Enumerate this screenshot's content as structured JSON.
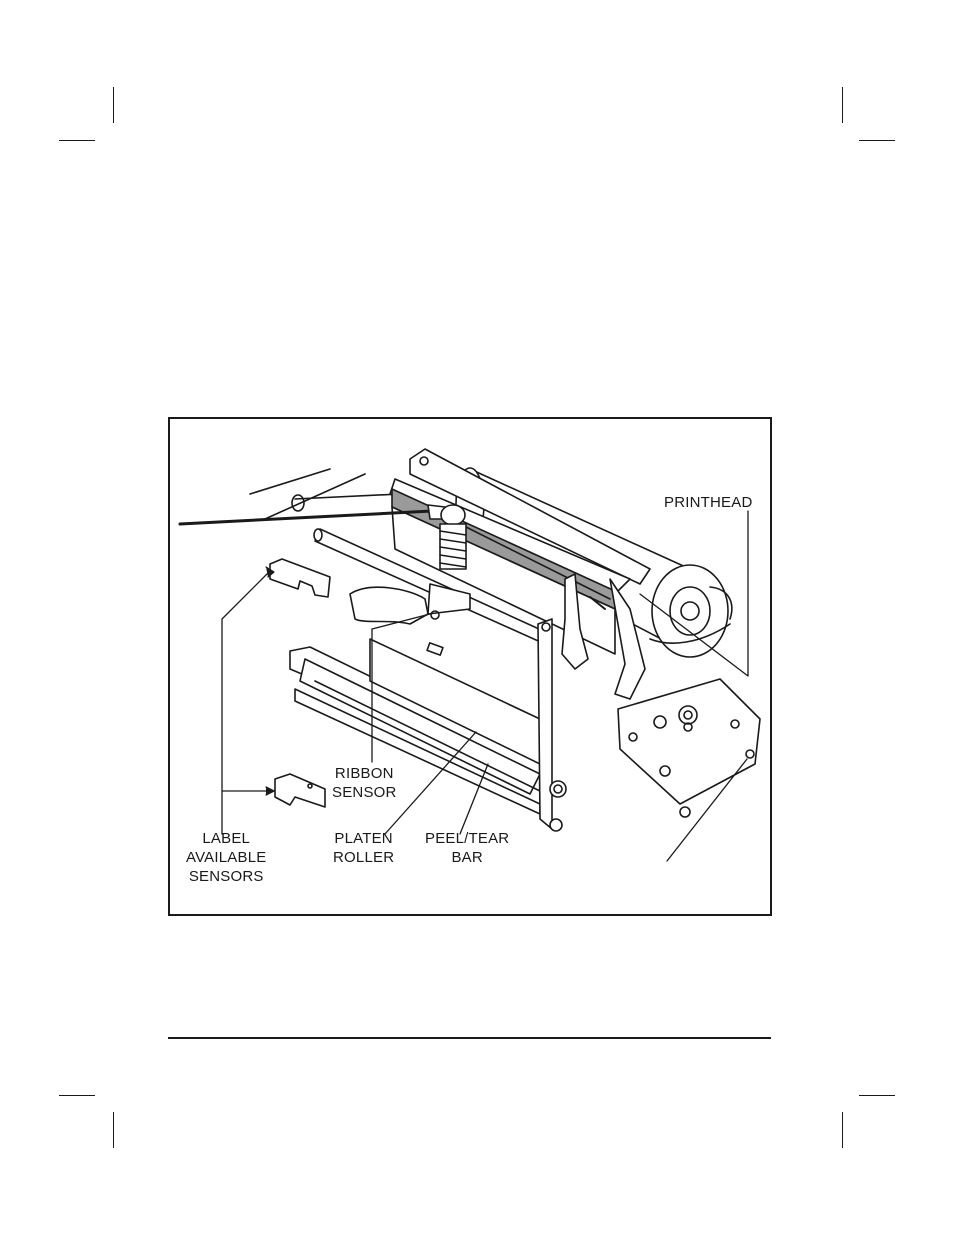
{
  "figure": {
    "callouts": {
      "printhead": "PRINTHEAD",
      "ribbon_sensor": "RIBBON\nSENSOR",
      "label_available_sensors": "LABEL\nAVAILABLE\nSENSORS",
      "platen_roller": "PLATEN\nROLLER",
      "peel_tear_bar": "PEEL/TEAR\nBAR"
    }
  },
  "colors": {
    "ink": "#1a1a1a",
    "paper": "#ffffff",
    "shade": "#9a9a9a"
  }
}
